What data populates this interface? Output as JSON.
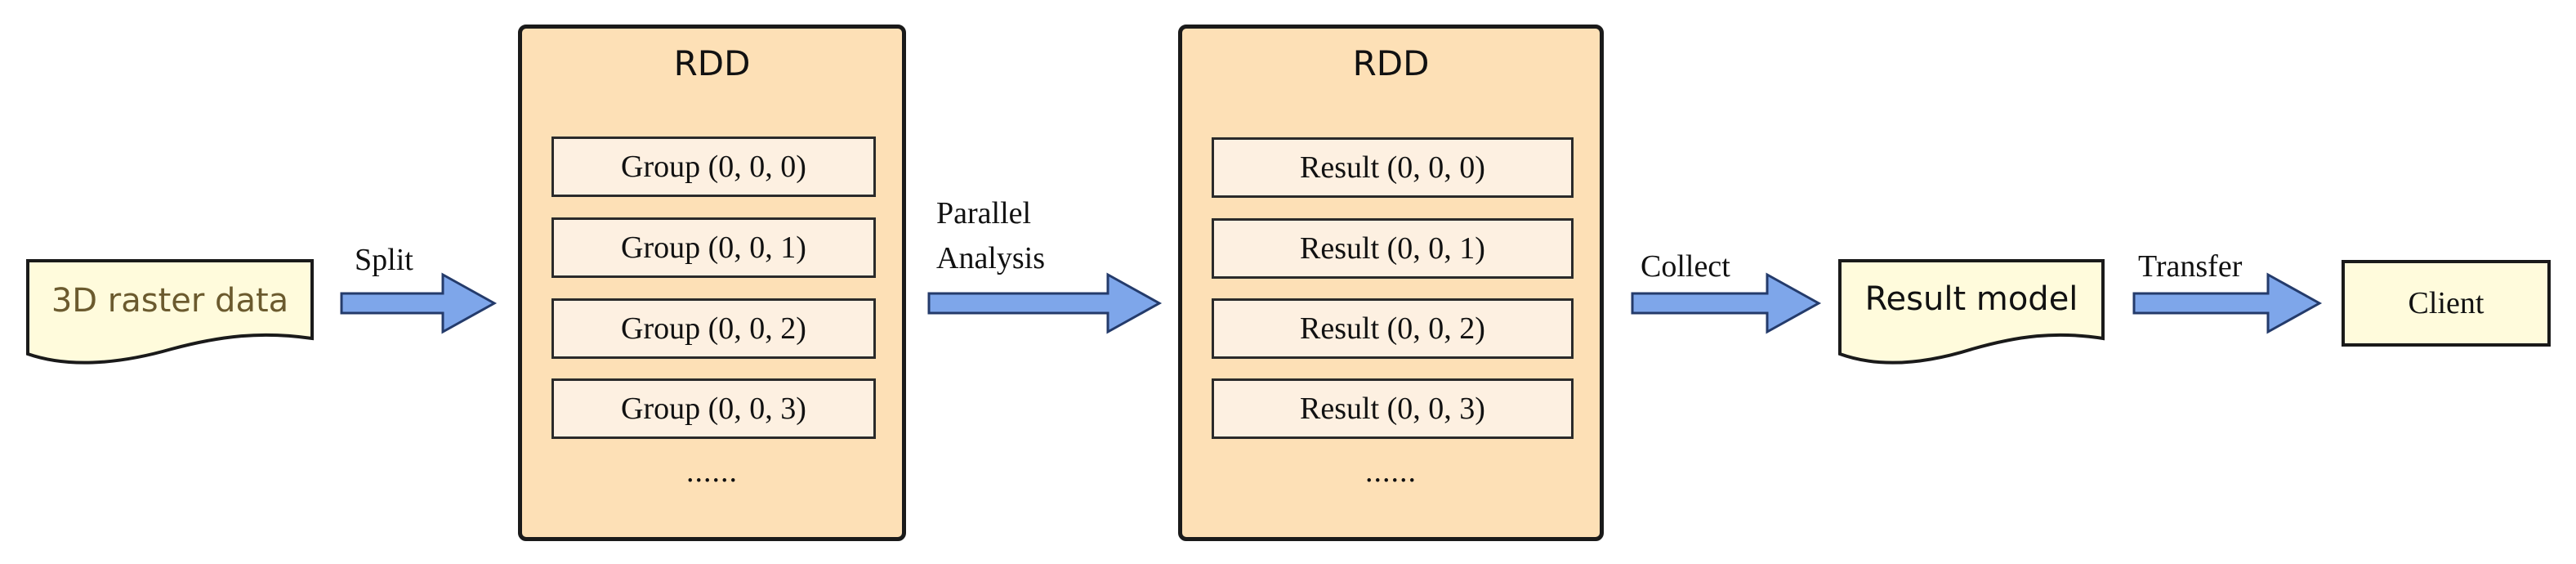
{
  "source_node": {
    "label": "3D raster data"
  },
  "edges": {
    "split": "Split",
    "parallel_analysis": [
      "Parallel",
      "Analysis"
    ],
    "collect": "Collect",
    "transfer": "Transfer"
  },
  "rdd_groups": {
    "title": "RDD",
    "items": [
      "Group (0, 0, 0)",
      "Group (0, 0, 1)",
      "Group (0, 0, 2)",
      "Group (0, 0, 3)"
    ],
    "more": "......"
  },
  "rdd_results": {
    "title": "RDD",
    "items": [
      "Result (0, 0, 0)",
      "Result (0, 0, 1)",
      "Result (0, 0, 2)",
      "Result (0, 0, 3)"
    ],
    "more": "......"
  },
  "result_model": {
    "label": "Result model"
  },
  "client": {
    "label": "Client"
  },
  "colors": {
    "arrow_fill": "#7ea6ea",
    "arrow_stroke": "#243b6b",
    "rdd_fill": "#fde0b6",
    "item_fill": "#fdf0e1",
    "doc_fill": "#fffbdc",
    "source_text": "#6b5a2e"
  }
}
